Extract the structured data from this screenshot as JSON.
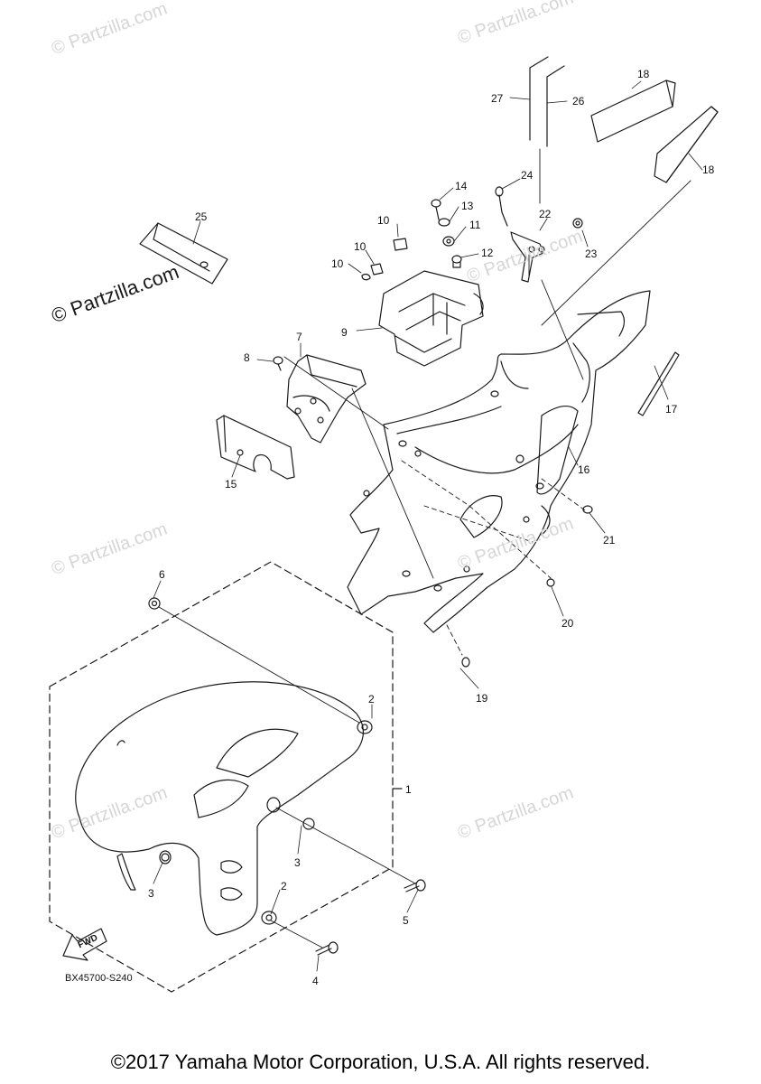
{
  "watermarks": {
    "light_text": "© Partzilla.com",
    "strong_text": "© Partzilla.com"
  },
  "callouts": [
    "1",
    "2",
    "2",
    "3",
    "3",
    "4",
    "5",
    "6",
    "7",
    "8",
    "9",
    "10",
    "10",
    "10",
    "11",
    "12",
    "13",
    "14",
    "15",
    "16",
    "17",
    "18",
    "18",
    "19",
    "20",
    "21",
    "22",
    "23",
    "24",
    "25",
    "26",
    "27"
  ],
  "fwd_label": "FWD",
  "drawing_code": "BX45700-S240",
  "footer": "©2017 Yamaha Motor Corporation, U.S.A. All rights reserved."
}
